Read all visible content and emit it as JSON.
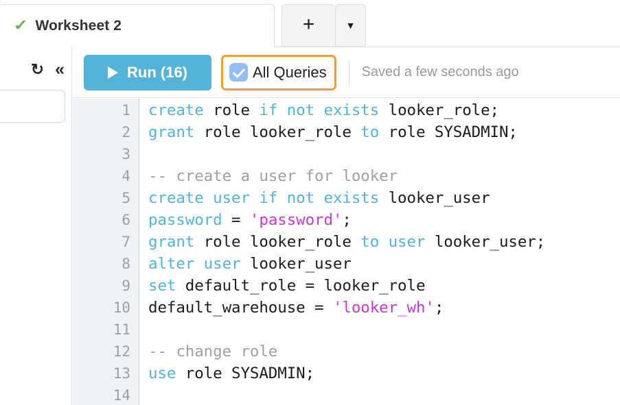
{
  "tabbar": {
    "active_tab": {
      "title": "Worksheet 2",
      "status_icon": "check-icon"
    },
    "add_tab_label": "+",
    "tab_menu_label": "▼"
  },
  "left_rail": {
    "refresh_icon": "↻",
    "collapse_icon": "«",
    "search_input_value": "",
    "search_input_placeholder": ""
  },
  "toolbar": {
    "run_label": "Run (16)",
    "run_color": "#55b3d9",
    "play_icon": "play-icon",
    "all_queries_label": "All Queries",
    "all_queries_checked": true,
    "all_queries_focus_color": "#e9a13b",
    "checkbox_color": "#92bdf5",
    "saved_status": "Saved a few seconds ago"
  },
  "editor": {
    "gutter_numbers": [
      "1",
      "2",
      "3",
      "4",
      "5",
      "6",
      "7",
      "8",
      "9",
      "10",
      "11",
      "12",
      "13",
      "14"
    ],
    "syntax_colors": {
      "keyword": "#55b3d9",
      "string": "#c739d1",
      "comment": "#a0a0a0",
      "plain": "#1c1c1c"
    },
    "lines": [
      {
        "n": "1",
        "tokens": [
          {
            "t": "create",
            "c": "kw"
          },
          {
            "t": " role ",
            "c": "pln"
          },
          {
            "t": "if not exists",
            "c": "kw"
          },
          {
            "t": " looker_role;",
            "c": "pln"
          }
        ]
      },
      {
        "n": "2",
        "tokens": [
          {
            "t": "grant",
            "c": "kw"
          },
          {
            "t": " role looker_role ",
            "c": "pln"
          },
          {
            "t": "to",
            "c": "kw"
          },
          {
            "t": " role SYSADMIN;",
            "c": "pln"
          }
        ]
      },
      {
        "n": "3",
        "tokens": []
      },
      {
        "n": "4",
        "tokens": [
          {
            "t": "-- create a user for looker",
            "c": "cmt"
          }
        ]
      },
      {
        "n": "5",
        "tokens": [
          {
            "t": "create user if not exists",
            "c": "kw"
          },
          {
            "t": " looker_user",
            "c": "pln"
          }
        ]
      },
      {
        "n": "6",
        "tokens": [
          {
            "t": "password",
            "c": "kw"
          },
          {
            "t": " = ",
            "c": "pln"
          },
          {
            "t": "'password'",
            "c": "str"
          },
          {
            "t": ";",
            "c": "pln"
          }
        ]
      },
      {
        "n": "7",
        "tokens": [
          {
            "t": "grant",
            "c": "kw"
          },
          {
            "t": " role looker_role ",
            "c": "pln"
          },
          {
            "t": "to user",
            "c": "kw"
          },
          {
            "t": " looker_user;",
            "c": "pln"
          }
        ]
      },
      {
        "n": "8",
        "tokens": [
          {
            "t": "alter user",
            "c": "kw"
          },
          {
            "t": " looker_user",
            "c": "pln"
          }
        ]
      },
      {
        "n": "9",
        "tokens": [
          {
            "t": "set",
            "c": "kw"
          },
          {
            "t": " default_role = looker_role",
            "c": "pln"
          }
        ]
      },
      {
        "n": "10",
        "tokens": [
          {
            "t": "default_warehouse = ",
            "c": "pln"
          },
          {
            "t": "'looker_wh'",
            "c": "str"
          },
          {
            "t": ";",
            "c": "pln"
          }
        ]
      },
      {
        "n": "11",
        "tokens": []
      },
      {
        "n": "12",
        "tokens": [
          {
            "t": "-- change role",
            "c": "cmt"
          }
        ]
      },
      {
        "n": "13",
        "tokens": [
          {
            "t": "use",
            "c": "kw"
          },
          {
            "t": " role SYSADMIN;",
            "c": "pln"
          }
        ]
      },
      {
        "n": "14",
        "tokens": []
      }
    ]
  }
}
